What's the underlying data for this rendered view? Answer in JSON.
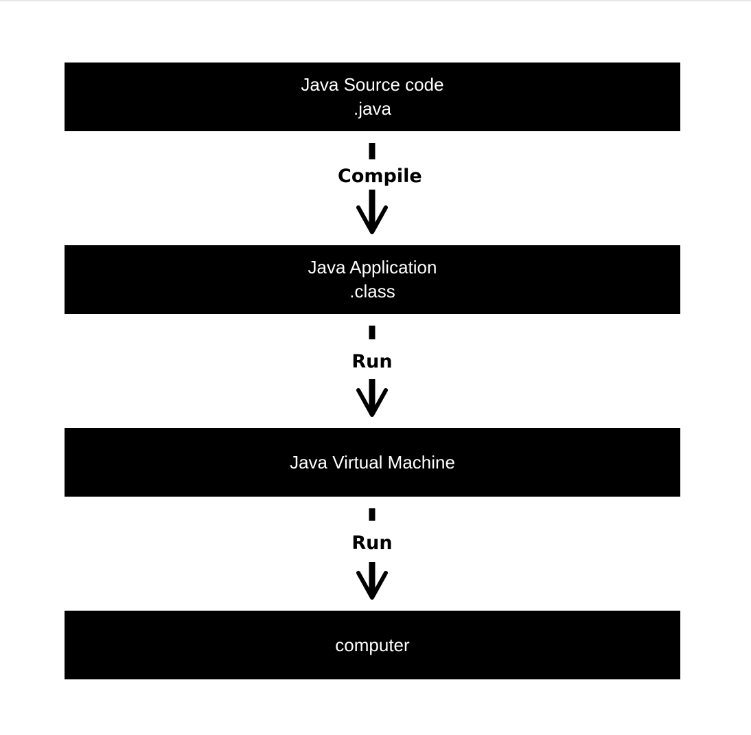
{
  "diagram": {
    "nodes": [
      {
        "id": "source",
        "lines": [
          "Java Source code",
          ".java"
        ]
      },
      {
        "id": "app",
        "lines": [
          "Java Application",
          ".class"
        ]
      },
      {
        "id": "jvm",
        "lines": [
          "Java Virtual Machine"
        ]
      },
      {
        "id": "computer",
        "lines": [
          "computer"
        ]
      }
    ],
    "edges": [
      {
        "from": "source",
        "to": "app",
        "label": "Compile"
      },
      {
        "from": "app",
        "to": "jvm",
        "label": "Run"
      },
      {
        "from": "jvm",
        "to": "computer",
        "label": "Run"
      }
    ]
  },
  "colors": {
    "box_fill": "#000000",
    "box_text": "#ffffff",
    "arrow": "#000000",
    "background": "#ffffff"
  }
}
